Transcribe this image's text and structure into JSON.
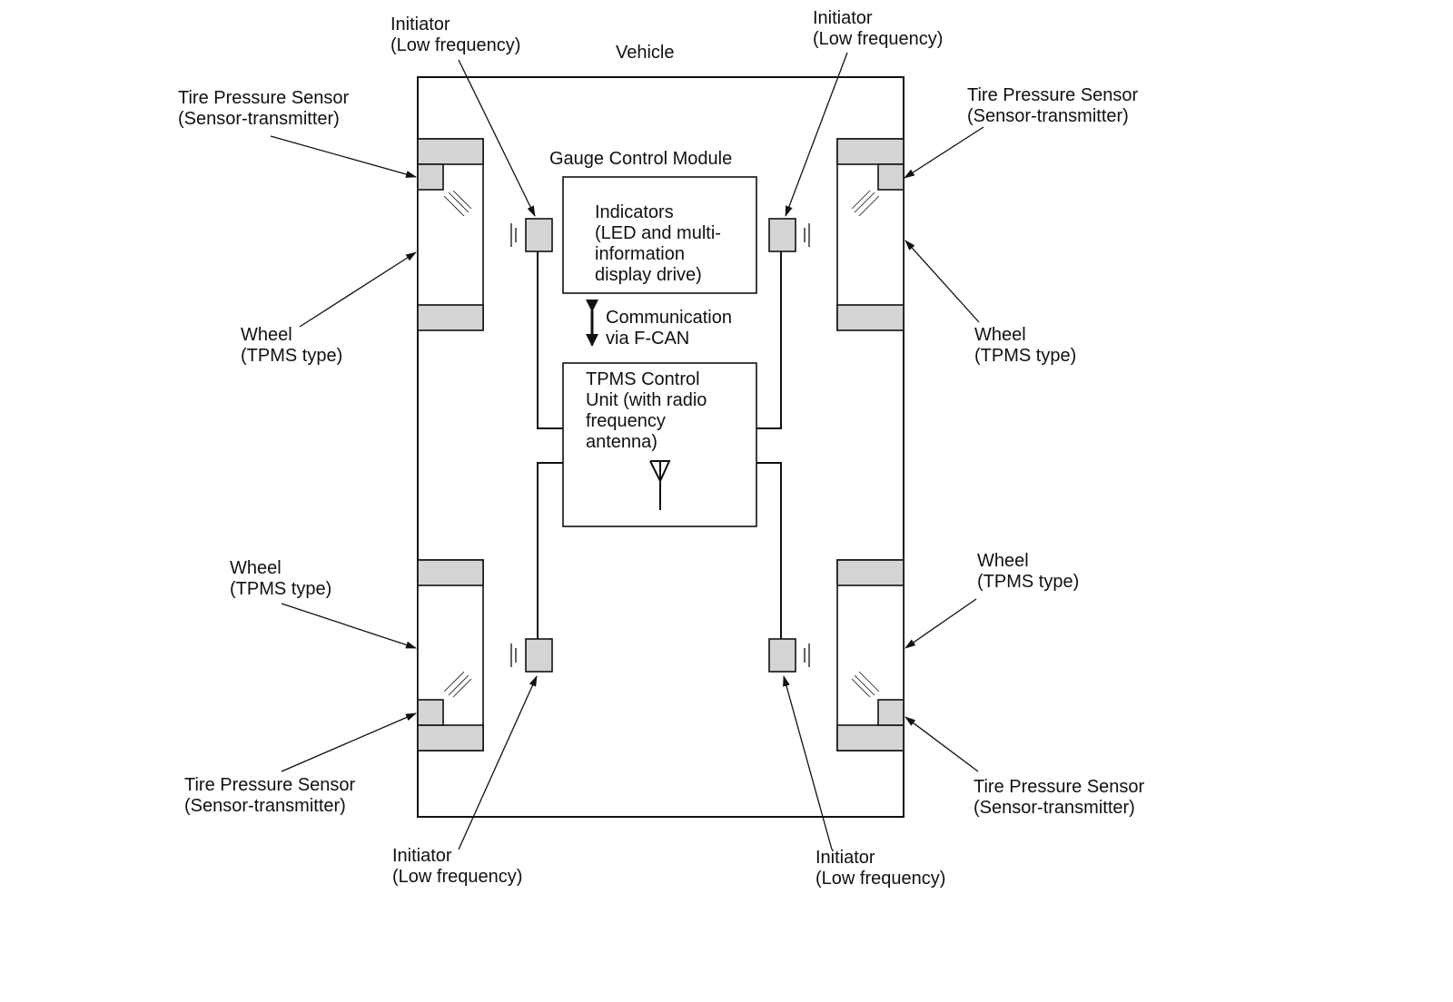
{
  "labels": {
    "vehicle": "Vehicle",
    "gauge_control_module": "Gauge Control Module",
    "indicators": [
      "Indicators",
      "(LED and multi-",
      "information",
      "display drive)"
    ],
    "communication": [
      "Communication",
      "via F-CAN"
    ],
    "tpms_unit": [
      "TPMS Control",
      "Unit (with radio",
      "frequency",
      "antenna)"
    ],
    "initiator": [
      "Initiator",
      "(Low frequency)"
    ],
    "tire_pressure_sensor": [
      "Tire Pressure Sensor",
      "(Sensor-transmitter)"
    ],
    "wheel": [
      "Wheel",
      "(TPMS type)"
    ]
  },
  "colors": {
    "line": "#111111",
    "component_fill": "#d4d4d4",
    "background": "#ffffff"
  }
}
